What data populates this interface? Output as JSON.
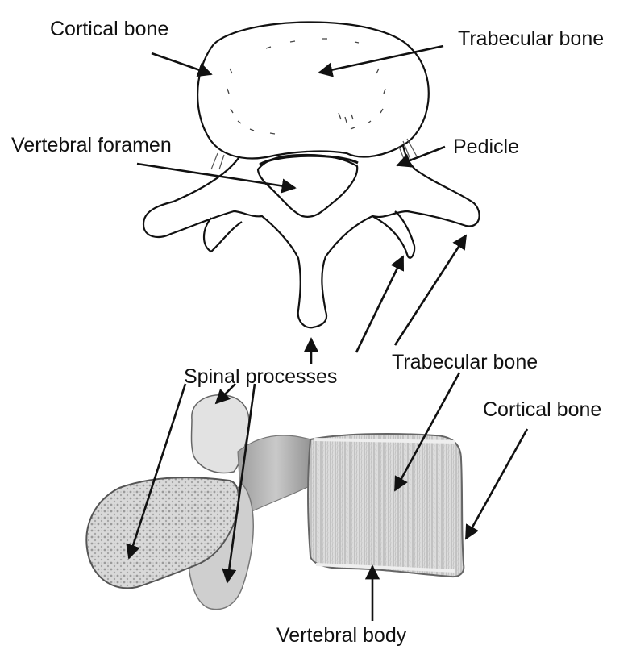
{
  "labels": {
    "cortical_top": "Cortical bone",
    "trabecular_top": "Trabecular bone",
    "foramen": "Vertebral foramen",
    "pedicle": "Pedicle",
    "spinal": "Spinal processes",
    "trabecular_bottom": "Trabecular bone",
    "cortical_bottom": "Cortical bone",
    "body": "Vertebral body"
  },
  "colors": {
    "ink": "#111111",
    "bone_fill": "#ffffff",
    "section_fill": "#e6e6e6",
    "shade": "#bdbdbd"
  }
}
